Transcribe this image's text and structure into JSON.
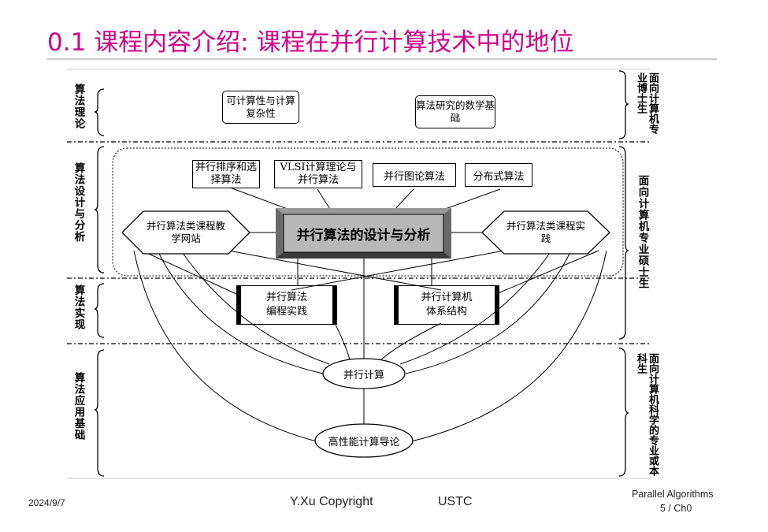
{
  "title": "0.1 课程内容介绍: 课程在并行计算技术中的地位",
  "left_labels": {
    "theory": "算法理论",
    "design": "算法设计与分析",
    "impl": "算法实现",
    "app": "算法应用基础"
  },
  "right_labels": {
    "phd": "面向计算机专业博士生",
    "master": "面向计算机专业硕士生",
    "undergrad": "面向计算机科学的专业或本科生"
  },
  "nodes": {
    "computability": "可计算性与计算复杂性",
    "math_basis": "算法研究的数学基础",
    "sorting": "并行排序和选择算法",
    "vlsi": "VLSI计算理论与并行算法",
    "graph": "并行图论算法",
    "distributed": "分布式算法",
    "center": "并行算法的设计与分析",
    "website": "并行算法类课程教学网站",
    "practice": "并行算法类课程实践",
    "programming": "并行算法编程实践",
    "architecture": "并行计算机体系结构",
    "parallel_computing": "并行计算",
    "hpc_intro": "高性能计算导论"
  },
  "footer": {
    "date": "2024/9/7",
    "copyright": "Y.Xu Copyright",
    "org": "USTC",
    "course": "Parallel Algorithms",
    "page": "5 / Ch0"
  }
}
